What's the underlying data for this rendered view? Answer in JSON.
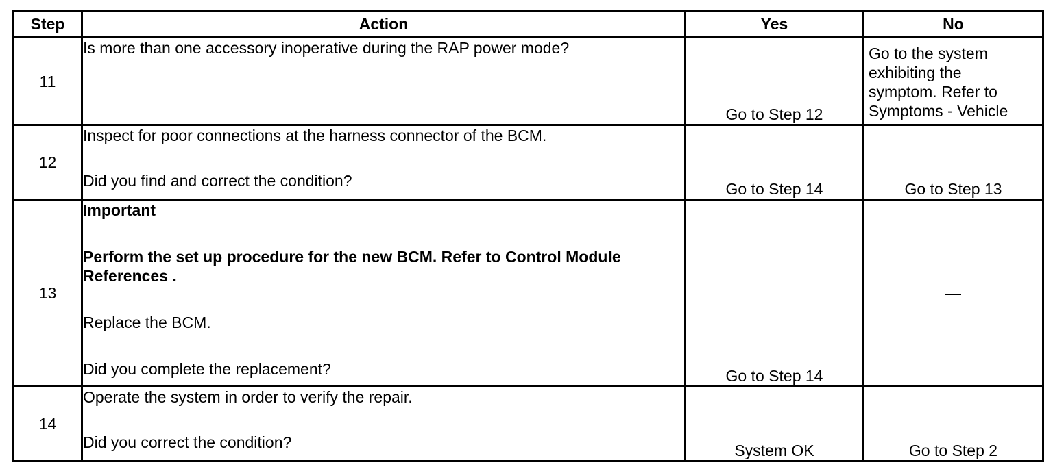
{
  "headers": {
    "step": "Step",
    "action": "Action",
    "yes": "Yes",
    "no": "No"
  },
  "rows": [
    {
      "step": "11",
      "action": [
        "Is more than one accessory inoperative during the RAP power mode?"
      ],
      "yes": "Go to Step 12",
      "no": [
        "Go to the system",
        "exhibiting the",
        "symptom. Refer to",
        "Symptoms - Vehicle"
      ]
    },
    {
      "step": "12",
      "action": [
        "Inspect for poor connections at the harness connector of the BCM.",
        "Did you find and correct the condition?"
      ],
      "yes": "Go to Step 14",
      "no": "Go to Step 13"
    },
    {
      "step": "13",
      "important_label": "Important",
      "important_text": [
        "Perform the set up procedure for the new BCM. Refer to Control Module",
        "References ."
      ],
      "action": [
        "Replace the BCM.",
        "Did you complete the replacement?"
      ],
      "yes": "Go to Step 14",
      "no": "—"
    },
    {
      "step": "14",
      "action": [
        "Operate the system in order to verify the repair.",
        "Did you correct the condition?"
      ],
      "yes": "System OK",
      "no": "Go to Step 2"
    }
  ]
}
